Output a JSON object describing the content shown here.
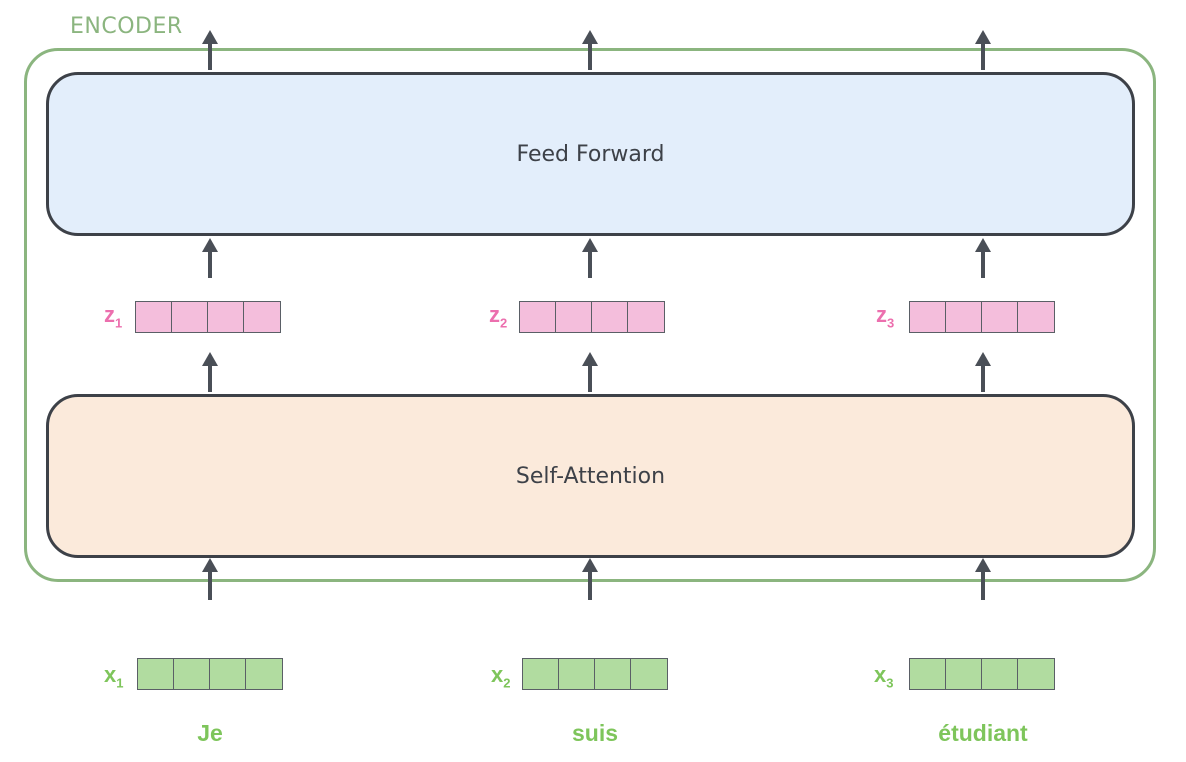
{
  "encoder": {
    "label": "ENCODER"
  },
  "layers": {
    "feed_forward": "Feed Forward",
    "self_attention": "Self-Attention"
  },
  "z_vectors": [
    {
      "name": "z",
      "sub": "1"
    },
    {
      "name": "z",
      "sub": "2"
    },
    {
      "name": "z",
      "sub": "3"
    }
  ],
  "x_vectors": [
    {
      "name": "x",
      "sub": "1",
      "word": "Je"
    },
    {
      "name": "x",
      "sub": "2",
      "word": "suis"
    },
    {
      "name": "x",
      "sub": "3",
      "word": "étudiant"
    }
  ],
  "vector_dims": 4,
  "colors": {
    "encoder_border": "#8bb57f",
    "feed_forward_fill": "#e3eefb",
    "self_attention_fill": "#fbeadb",
    "z_fill": "#f4bedc",
    "z_label": "#ec6fae",
    "x_fill": "#b1dca0",
    "x_label": "#7ec55b",
    "arrow": "#4a4f57"
  }
}
